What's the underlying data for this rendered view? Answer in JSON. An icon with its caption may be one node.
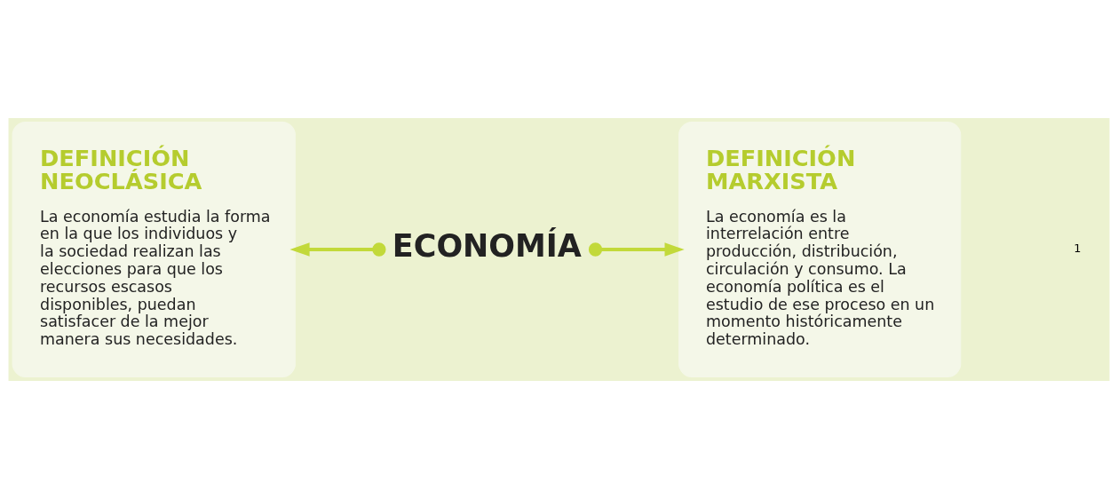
{
  "diagram": {
    "nodes": [
      {
        "text": [
          "DEFINICIÓN NEOCLÁSICA",
          "La economía estudia la forma en la que los individuos y la sociedad realizan las elecciones para que los recursos escasos disponibles, puedan satisfacer de la mejor manera sus necesidades."
        ]
      },
      {
        "text": [
          "ECONOMÍA"
        ]
      },
      {
        "text": [
          "DEFINICIÓN MARXISTA",
          "La economía es la interrelación entre producción, distribución, circulación y consumo. La economía política es el estudio de ese proceso en un momento históricamente determinado."
        ]
      }
    ],
    "edges": [
      {
        "from": 1,
        "to": 0,
        "arrow": "to"
      },
      {
        "from": 1,
        "to": 2,
        "arrow": "to"
      }
    ],
    "labels": [
      "1"
    ]
  }
}
